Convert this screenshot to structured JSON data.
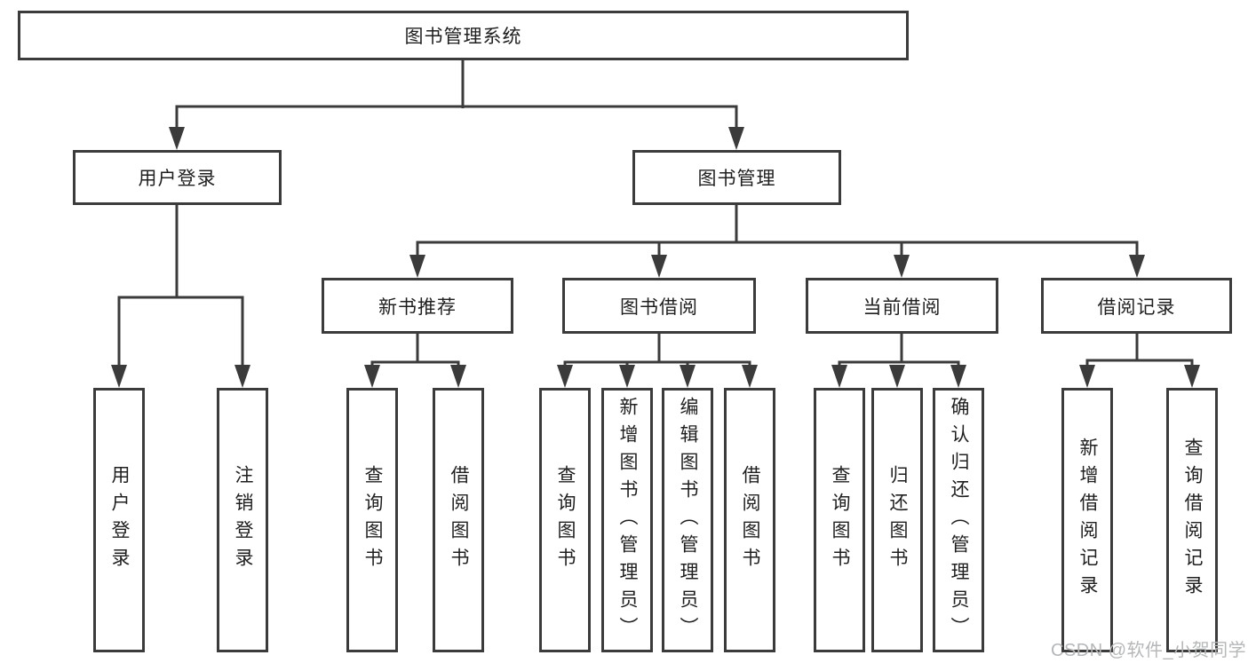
{
  "diagram": {
    "title": "图书管理系统",
    "colors": {
      "line": "#3b3b3b",
      "text": "#1f1f1f",
      "background": "#ffffff",
      "watermark_text": "#b5b7b9"
    },
    "root": {
      "label": "图书管理系统"
    },
    "level2": [
      {
        "label": "用户登录"
      },
      {
        "label": "图书管理"
      }
    ],
    "level3": [
      {
        "label": "新书推荐"
      },
      {
        "label": "图书借阅"
      },
      {
        "label": "当前借阅"
      },
      {
        "label": "借阅记录"
      }
    ],
    "leaves": [
      {
        "label": "用户登录",
        "parent": "用户登录"
      },
      {
        "label": "注销登录",
        "parent": "用户登录"
      },
      {
        "label": "查询图书",
        "parent": "新书推荐"
      },
      {
        "label": "借阅图书",
        "parent": "新书推荐"
      },
      {
        "label": "查询图书",
        "parent": "图书借阅"
      },
      {
        "label": "新增图书（管理员）",
        "parent": "图书借阅"
      },
      {
        "label": "编辑图书（管理员）",
        "parent": "图书借阅"
      },
      {
        "label": "借阅图书",
        "parent": "图书借阅"
      },
      {
        "label": "查询图书",
        "parent": "当前借阅"
      },
      {
        "label": "归还图书",
        "parent": "当前借阅"
      },
      {
        "label": "确认归还（管理员）",
        "parent": "当前借阅"
      },
      {
        "label": "新增借阅记录",
        "parent": "借阅记录"
      },
      {
        "label": "查询借阅记录",
        "parent": "借阅记录"
      }
    ],
    "watermark": "CSDN @软件_小贺同学"
  }
}
